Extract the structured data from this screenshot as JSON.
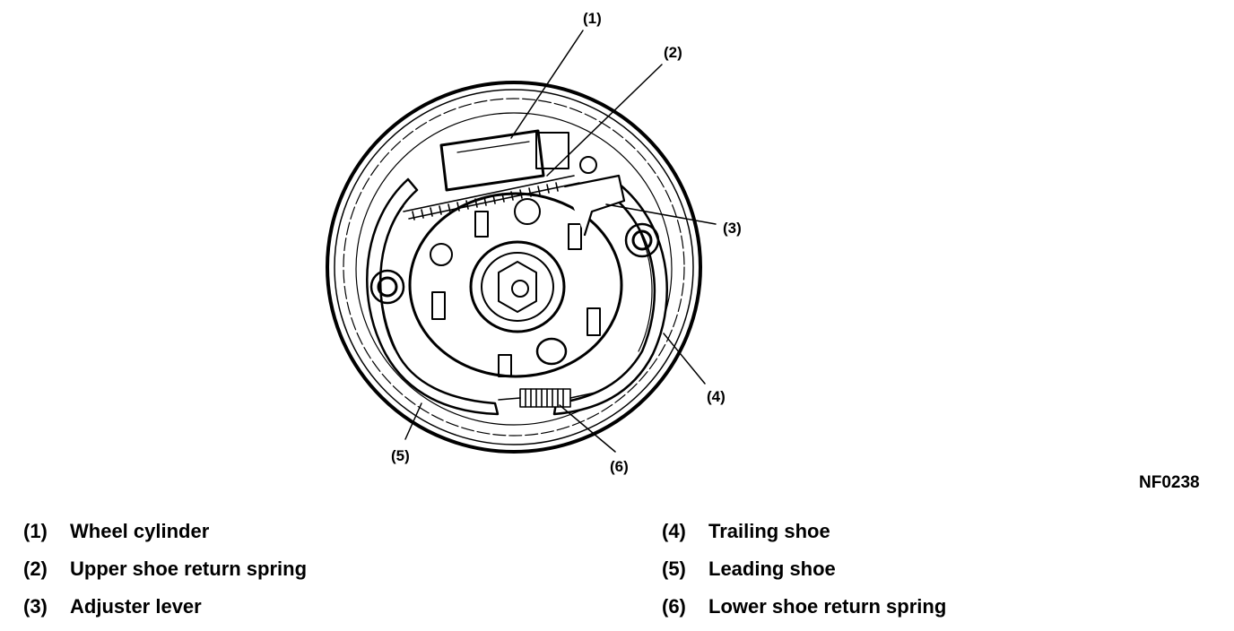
{
  "figure": {
    "code": "NF0238",
    "callouts": [
      "(1)",
      "(2)",
      "(3)",
      "(4)",
      "(5)",
      "(6)"
    ]
  },
  "legend": [
    {
      "num": "(1)",
      "label": "Wheel cylinder"
    },
    {
      "num": "(2)",
      "label": "Upper shoe return spring"
    },
    {
      "num": "(3)",
      "label": "Adjuster lever"
    },
    {
      "num": "(4)",
      "label": "Trailing shoe"
    },
    {
      "num": "(5)",
      "label": "Leading shoe"
    },
    {
      "num": "(6)",
      "label": "Lower shoe return spring"
    }
  ]
}
